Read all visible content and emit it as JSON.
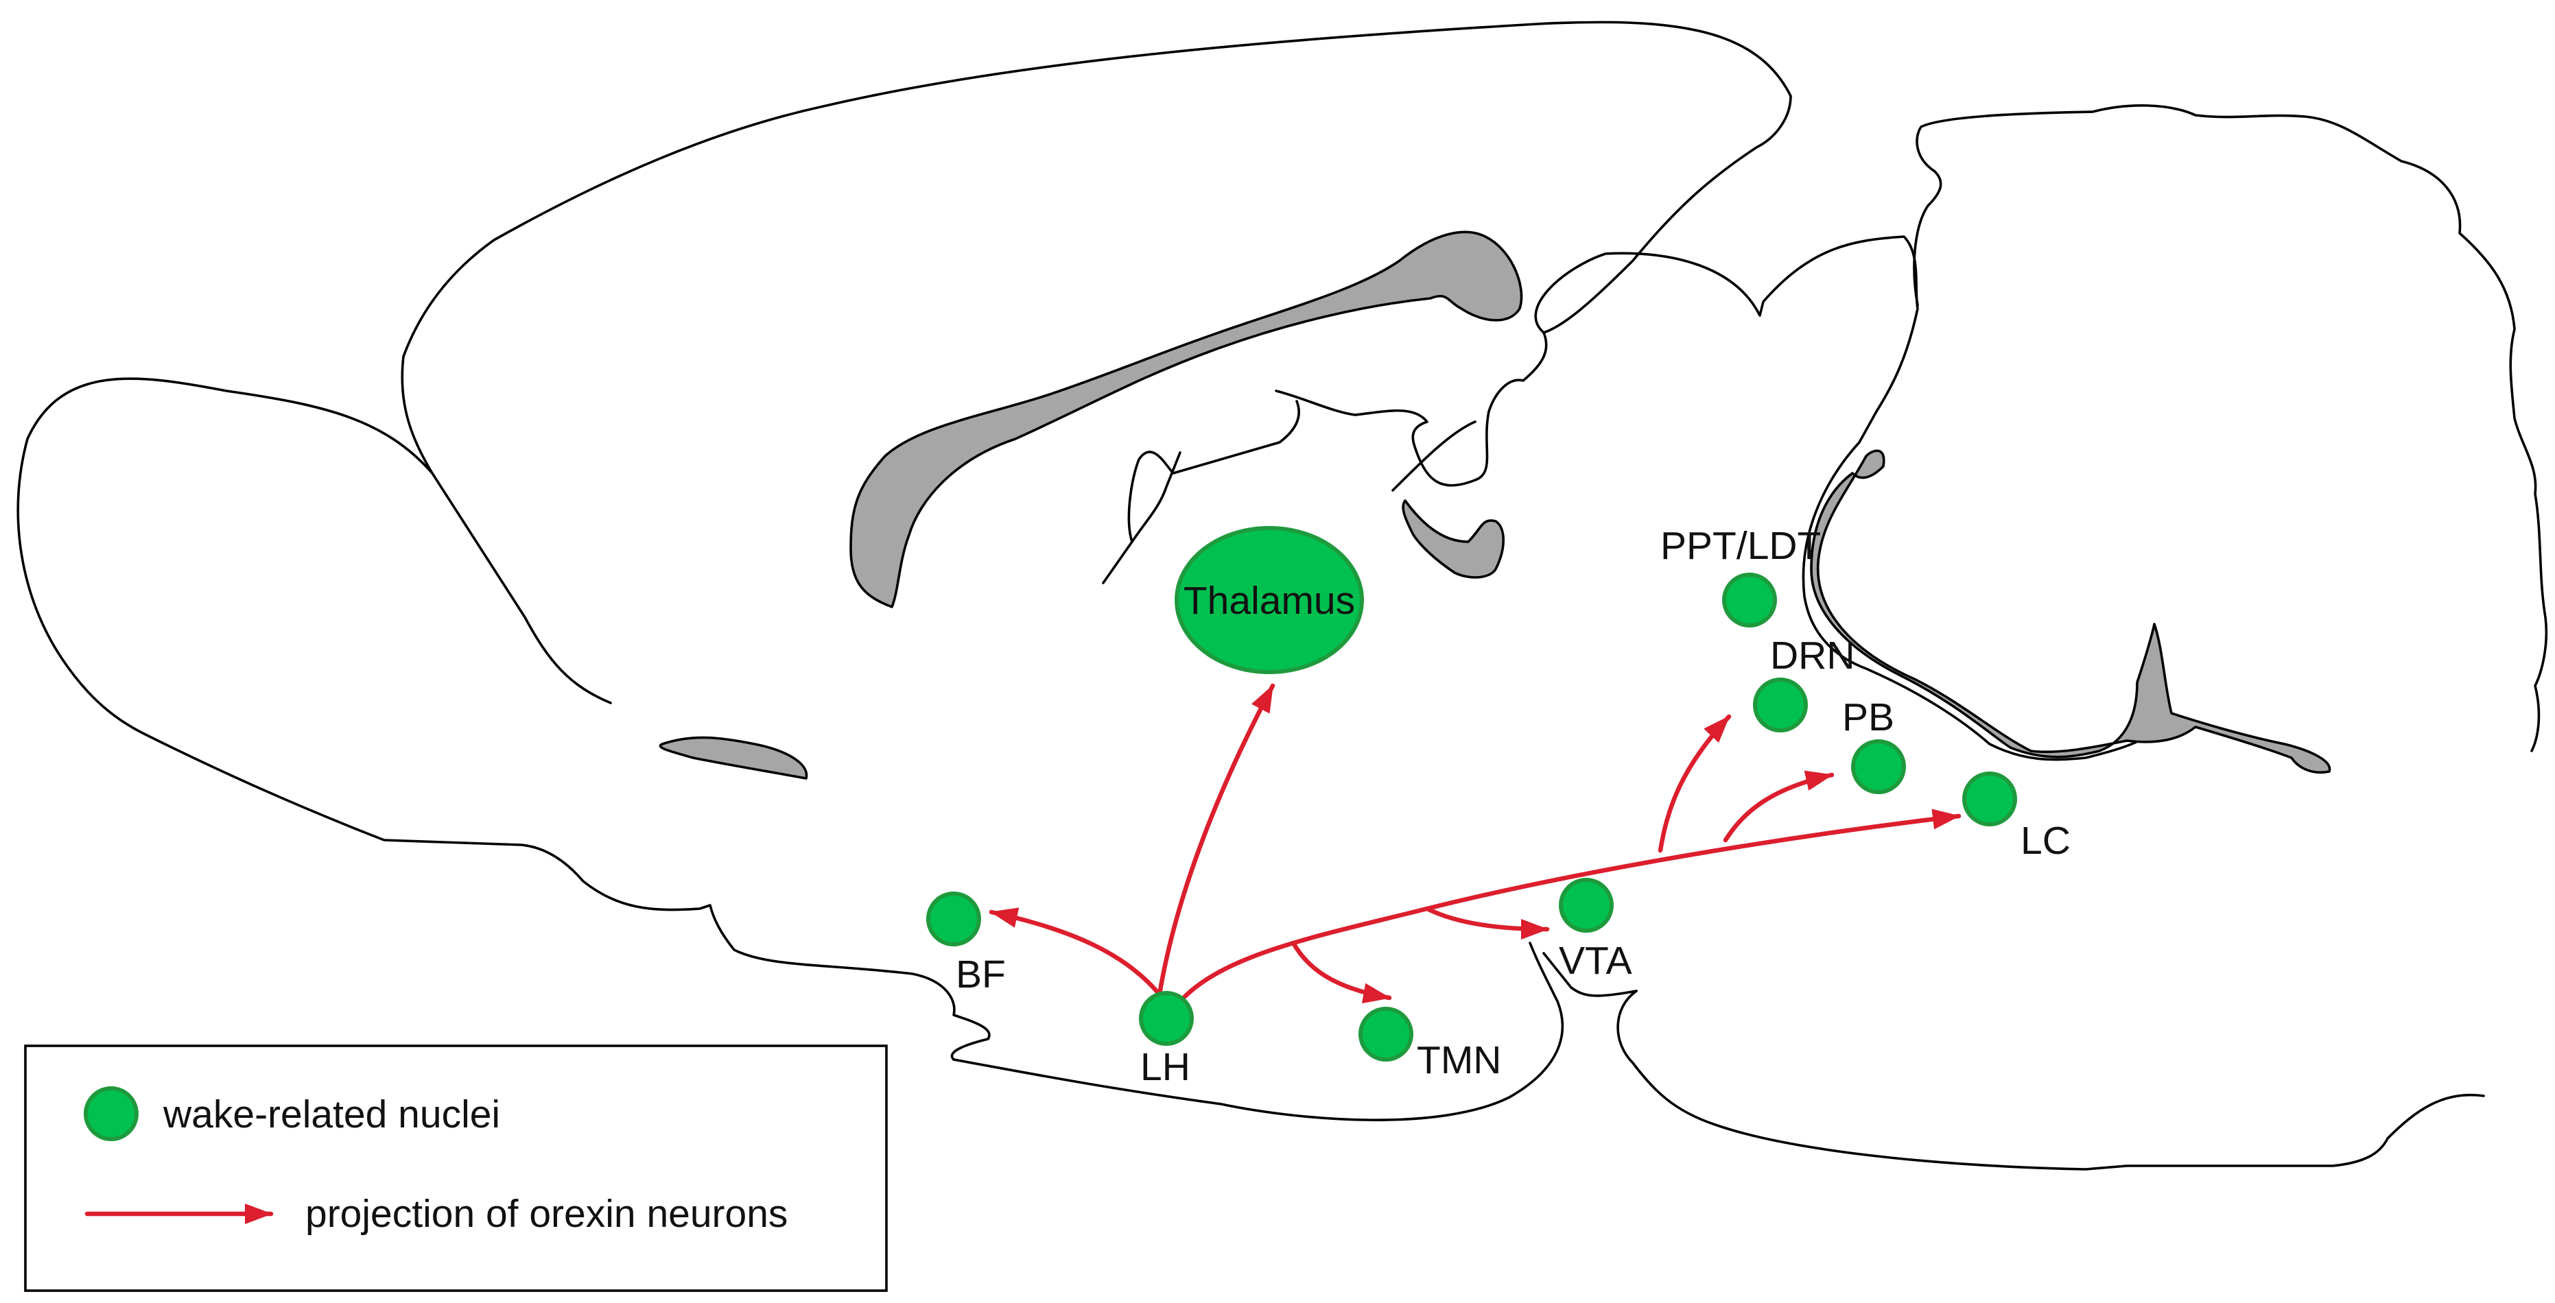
{
  "nuclei": {
    "thalamus": "Thalamus",
    "ppt_ldt": "PPT/LDT",
    "drn": "DRN",
    "pb": "PB",
    "lc": "LC",
    "vta": "VTA",
    "bf": "BF",
    "lh": "LH",
    "tmn": "TMN"
  },
  "legend": {
    "nuclei_label": "wake-related nuclei",
    "projection_label": "projection of orexin neurons"
  },
  "colors": {
    "nucleus_fill": "#00c050",
    "nucleus_stroke": "#1e9a3c",
    "projection": "#dc1e2d",
    "ventricle": "#a6a6a6"
  }
}
